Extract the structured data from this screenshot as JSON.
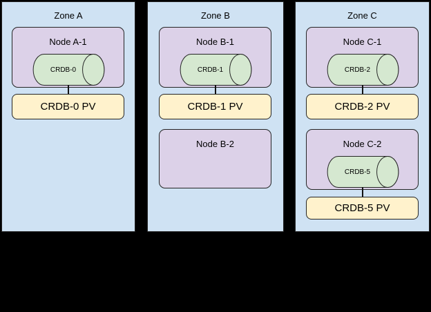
{
  "zones": [
    {
      "label": "Zone A",
      "nodes": [
        {
          "label": "Node A-1",
          "database": {
            "label": "CRDB-0"
          }
        }
      ],
      "pvs": [
        {
          "label": "CRDB-0 PV"
        }
      ]
    },
    {
      "label": "Zone B",
      "nodes": [
        {
          "label": "Node B-1",
          "database": {
            "label": "CRDB-1"
          }
        },
        {
          "label": "Node B-2"
        }
      ],
      "pvs": [
        {
          "label": "CRDB-1 PV"
        }
      ]
    },
    {
      "label": "Zone C",
      "nodes": [
        {
          "label": "Node C-1",
          "database": {
            "label": "CRDB-2"
          }
        },
        {
          "label": "Node C-2",
          "database": {
            "label": "CRDB-5"
          }
        }
      ],
      "pvs": [
        {
          "label": "CRDB-2 PV"
        },
        {
          "label": "CRDB-5 PV"
        }
      ]
    }
  ],
  "colors": {
    "background": "#000000",
    "zone_fill": "#cfe2f3",
    "node_fill": "#dcd1e8",
    "database_fill": "#d5e8d0",
    "pv_fill": "#fff2cc",
    "stroke": "#242424",
    "text": "#000000"
  }
}
